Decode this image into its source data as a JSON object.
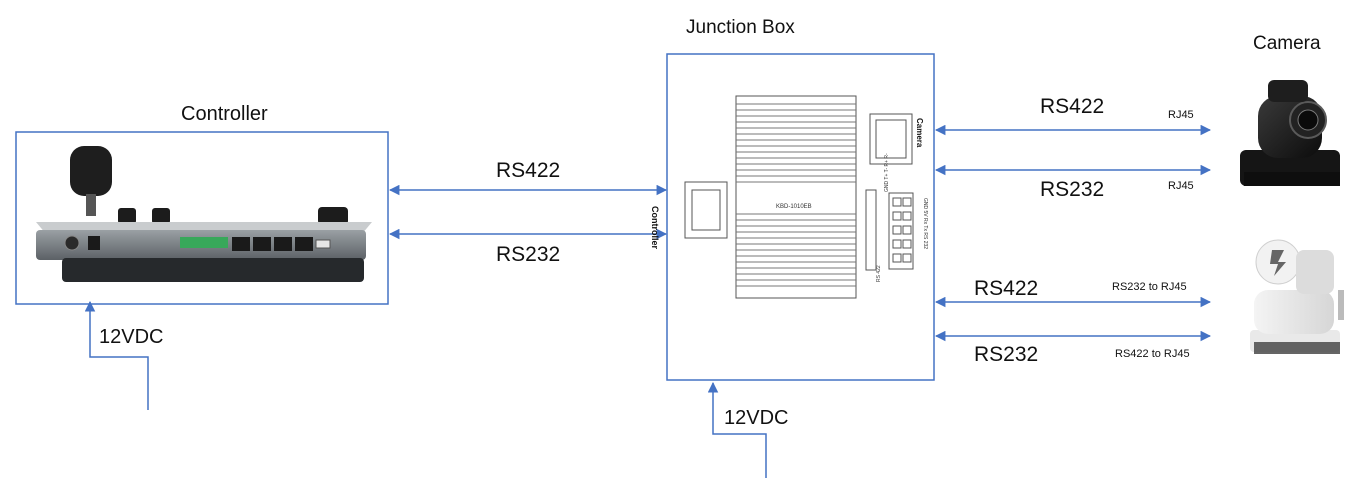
{
  "titles": {
    "junction_box": "Junction Box",
    "controller": "Controller",
    "camera": "Camera"
  },
  "links": {
    "ctrl_rs422": "RS422",
    "ctrl_rs232": "RS232",
    "cam1_rs422": "RS422",
    "cam1_rs232": "RS232",
    "cam1_rs422_port": "RJ45",
    "cam1_rs232_port": "RJ45",
    "cam2_rs422": "RS422",
    "cam2_rs232": "RS232",
    "cam2_rs422_port": "RS232 to RJ45",
    "cam2_rs232_port": "RS422 to RJ45"
  },
  "power": {
    "controller": "12VDC",
    "junction_box": "12VDC"
  },
  "device_labels": {
    "jb_controller_port": "Controller",
    "jb_camera_port": "Camera",
    "jb_model": "KBD-1010EB",
    "jb_terminal_top": "GND  T+  T-  R+  R-",
    "jb_terminal_bottom": "RS 422",
    "jb_terminal_right": "GND  5V  Rx  Tx  RS 232"
  },
  "colors": {
    "line": "#4472c4",
    "text": "#111111",
    "device_dark": "#1d1d1d",
    "device_panel": "#6f7478"
  }
}
